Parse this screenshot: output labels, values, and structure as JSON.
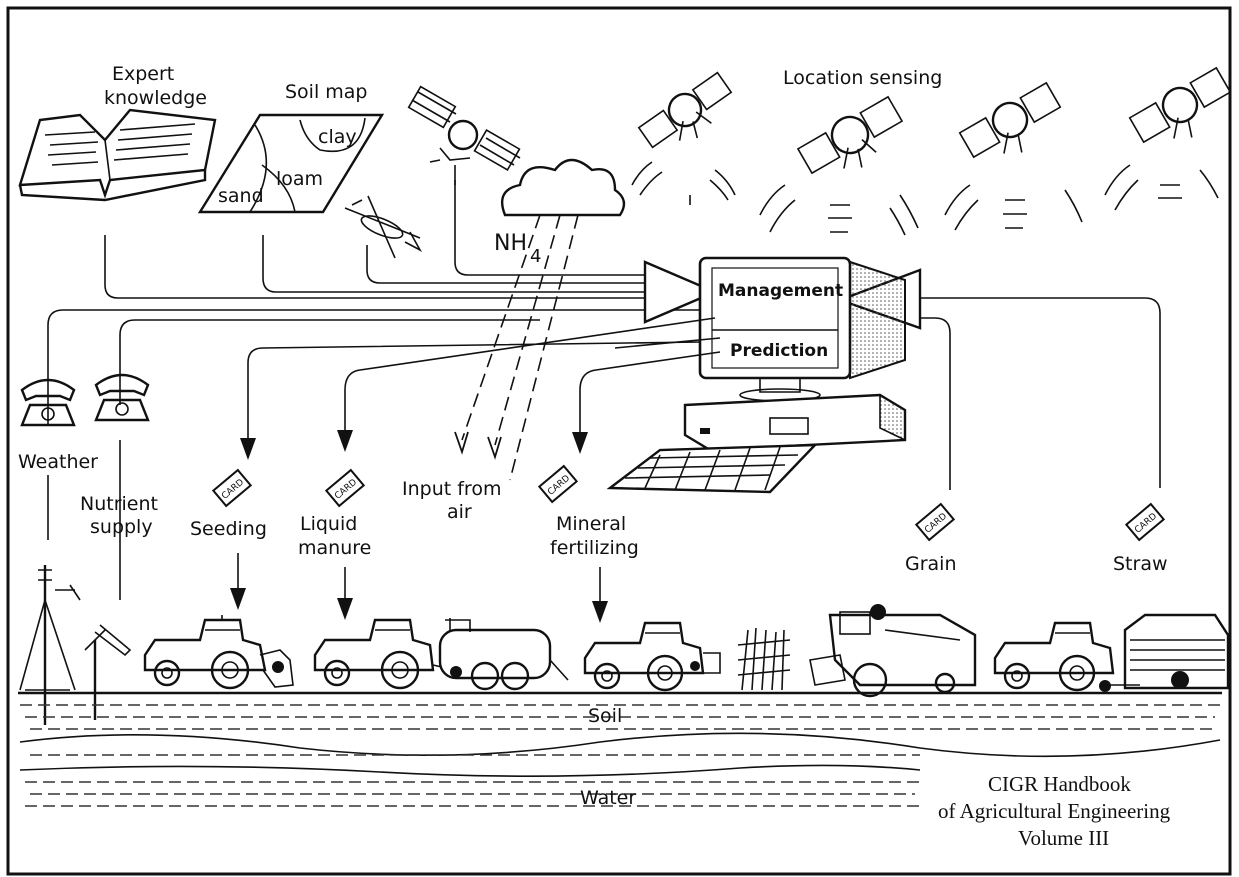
{
  "labels": {
    "expert_knowledge_1": "Expert",
    "expert_knowledge_2": "knowledge",
    "soil_map": "Soil map",
    "clay": "clay",
    "loam": "loam",
    "sand": "sand",
    "location_sensing": "Location sensing",
    "nh4_main": "NH",
    "nh4_sub": "4",
    "management": "Management",
    "prediction": "Prediction",
    "weather": "Weather",
    "nutrient_1": "Nutrient",
    "nutrient_2": "supply",
    "seeding": "Seeding",
    "liquid_1": "Liquid",
    "liquid_2": "manure",
    "input_air_1": "Input from",
    "input_air_2": "air",
    "mineral_1": "Mineral",
    "mineral_2": "fertilizing",
    "grain": "Grain",
    "straw": "Straw",
    "soil": "Soil",
    "water": "Water",
    "card": "CARD"
  },
  "caption": {
    "line1": "CIGR Handbook",
    "line2": "of Agricultural Engineering",
    "line3": "Volume III"
  },
  "colors": {
    "ink": "#111111",
    "background": "#ffffff",
    "screen_shading": "#d9d9d9"
  },
  "icons": [
    "book-icon",
    "soil-map-icon",
    "satellite-icon",
    "airplane-icon",
    "cloud-icon",
    "computer-icon",
    "keyboard-icon",
    "telephone-icon",
    "card-icon",
    "tractor-icon",
    "weather-station-icon",
    "combine-harvester-icon",
    "baler-icon",
    "crop-icon"
  ]
}
